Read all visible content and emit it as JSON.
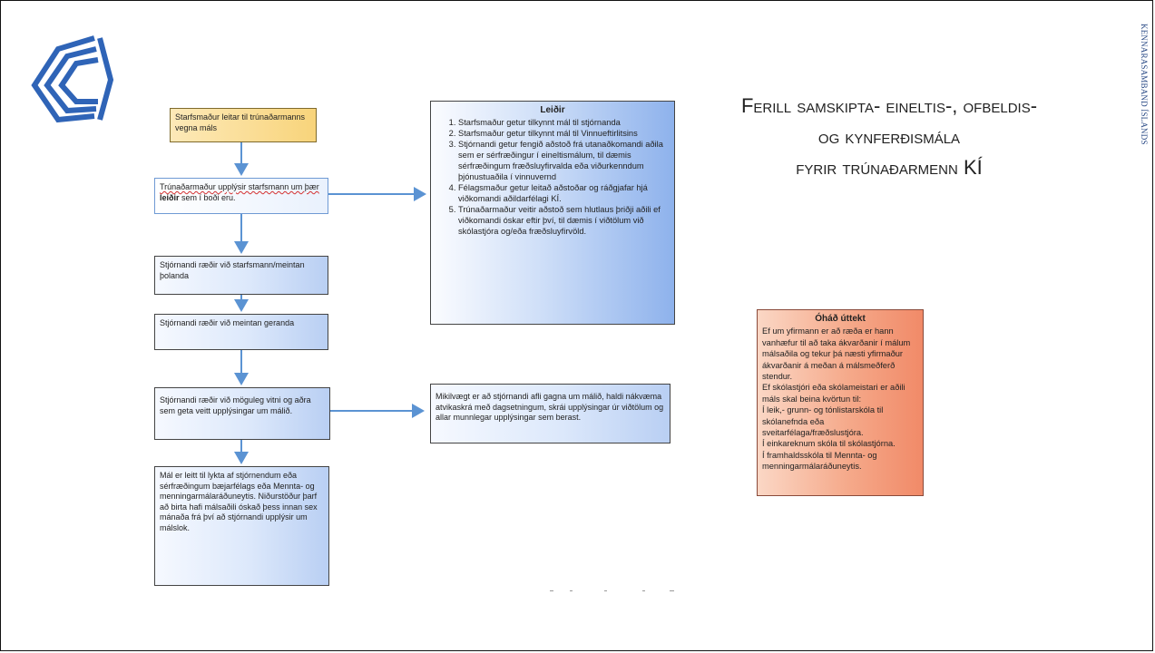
{
  "side_text": "KENNARASAMBAND ÍSLANDS",
  "title_lines": [
    "Ferill samskipta- eineltis-, ofbeldis-",
    "og kynferðismála",
    "fyrir trúnaðarmenn KÍ"
  ],
  "flow": {
    "box1": "Starfsmaður leitar til trúnaðarmanns vegna máls",
    "box2_pre": "Trúnaðarmaður upplýsir starfsmann um þær ",
    "box2_bold": "leiðir",
    "box2_post": " sem í boði eru.",
    "box3": "Stjórnandi ræðir við starfsmann/meintan þolanda",
    "box4": "Stjórnandi ræðir við meintan geranda",
    "box5": "Stjórnandi ræðir við möguleg vitni og aðra sem geta veitt upplýsingar um málið.",
    "box6": "Mál er leitt til lykta af stjórnendum eða sérfræðingum bæjarfélags eða Mennta- og menningarmálaráðuneytis. Niðurstöður þarf að birta hafi málsaðili óskað þess innan sex mánaða frá því að stjórnandi upplýsir um málslok."
  },
  "leidir": {
    "title": "Leiðir",
    "items": [
      "Starfsmaður getur tilkynnt mál til stjórnanda",
      "Starfsmaður getur tilkynnt mál til Vinnueftirlitsins",
      "Stjórnandi getur fengið aðstoð frá utanaðkomandi aðila sem er sérfræðingur í eineltismálum, til dæmis sérfræðingum fræðsluyfirvalda eða viðurkenndum þjónustuaðila í vinnuvernd",
      "Félagsmaður getur leitað aðstoðar og ráðgjafar hjá viðkomandi aðildarfélagi KÍ.",
      "Trúnaðarmaður veitir aðstoð sem hlutlaus þriðji aðili ef viðkomandi óskar eftir því, til dæmis í viðtölum við skólastjóra og/eða fræðsluyfirvöld."
    ]
  },
  "mikilvaegt": "Mikilvægt er að stjórnandi afli gagna um málið, haldi nákvæma atvikaskrá með dagsetningum, skrái upplýsingar úr viðtölum og allar munnlegar upplýsingar sem berast.",
  "ohad": {
    "title": "Óháð úttekt",
    "lines": [
      "Ef um yfirmann er að ræða er hann vanhæfur til að taka ákvarðanir í málum málsaðila og tekur þá næsti yfirmaður ákvarðanir á meðan á málsmeðferð stendur.",
      "Ef skólastjóri eða skólameistari er aðili máls skal beina kvörtun til:",
      "Í leik,- grunn- og tónlistarskóla til skólanefnda eða sveitarfélaga/fræðslustjóra.",
      "Í einkareknum skóla til skólastjórna.",
      "Í framhaldsskóla til Mennta- og menningarmálaráðuneytis."
    ]
  },
  "colors": {
    "logo": "#2f64b7",
    "arrow": "#5b93d3",
    "orange": "#f18a68"
  }
}
